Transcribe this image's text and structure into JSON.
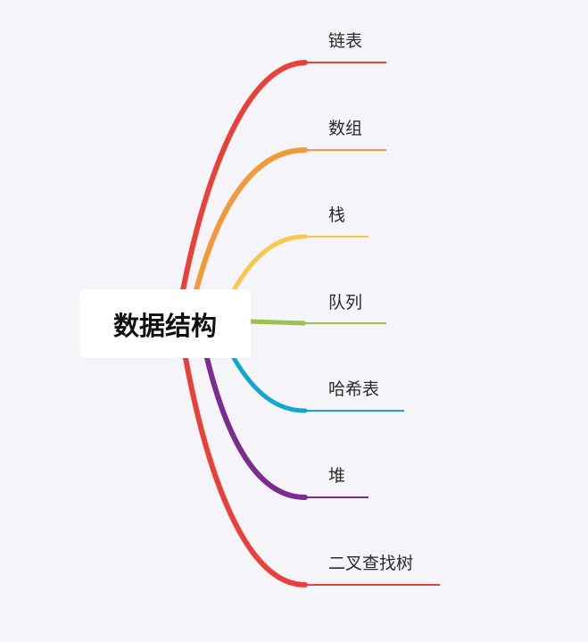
{
  "root": {
    "label": "数据结构"
  },
  "children": [
    {
      "label": "链表",
      "color": "#e8413a"
    },
    {
      "label": "数组",
      "color": "#f29a38"
    },
    {
      "label": "栈",
      "color": "#f7c94a"
    },
    {
      "label": "队列",
      "color": "#9bc14e"
    },
    {
      "label": "哈希表",
      "color": "#13a7d0"
    },
    {
      "label": "堆",
      "color": "#7c2b8f"
    },
    {
      "label": "二叉查找树",
      "color": "#e8413a"
    }
  ]
}
